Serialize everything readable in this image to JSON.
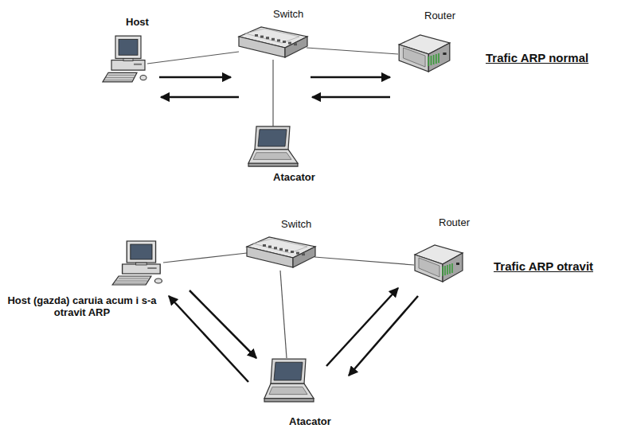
{
  "diagram": {
    "nodes": [
      {
        "text": [
          "Host"
        ]
      },
      {
        "text": [
          "Switch"
        ]
      },
      {
        "text": [
          "Router"
        ]
      },
      {
        "text": [
          "Atacator"
        ]
      },
      {
        "text": [
          "Host (gazda) caruia acum i s-a otravit ARP"
        ]
      },
      {
        "text": [
          "Switch"
        ]
      },
      {
        "text": [
          "Router"
        ]
      },
      {
        "text": [
          "Atacator"
        ]
      }
    ],
    "edges": [
      {
        "from": 0,
        "to": 1,
        "arrow": "none"
      },
      {
        "from": 1,
        "to": 2,
        "arrow": "none"
      },
      {
        "from": 1,
        "to": 3,
        "arrow": "none"
      },
      {
        "from": 0,
        "to": 1,
        "arrow": "to"
      },
      {
        "from": 1,
        "to": 0,
        "arrow": "to"
      },
      {
        "from": 1,
        "to": 2,
        "arrow": "to"
      },
      {
        "from": 2,
        "to": 1,
        "arrow": "to"
      },
      {
        "from": 4,
        "to": 5,
        "arrow": "none"
      },
      {
        "from": 5,
        "to": 6,
        "arrow": "none"
      },
      {
        "from": 5,
        "to": 7,
        "arrow": "none"
      },
      {
        "from": 7,
        "to": 4,
        "arrow": "to"
      },
      {
        "from": 4,
        "to": 7,
        "arrow": "to"
      },
      {
        "from": 7,
        "to": 6,
        "arrow": "to"
      },
      {
        "from": 6,
        "to": 7,
        "arrow": "to"
      }
    ],
    "labels": [
      "Trafic ARP normal",
      "Trafic ARP otravit"
    ]
  }
}
